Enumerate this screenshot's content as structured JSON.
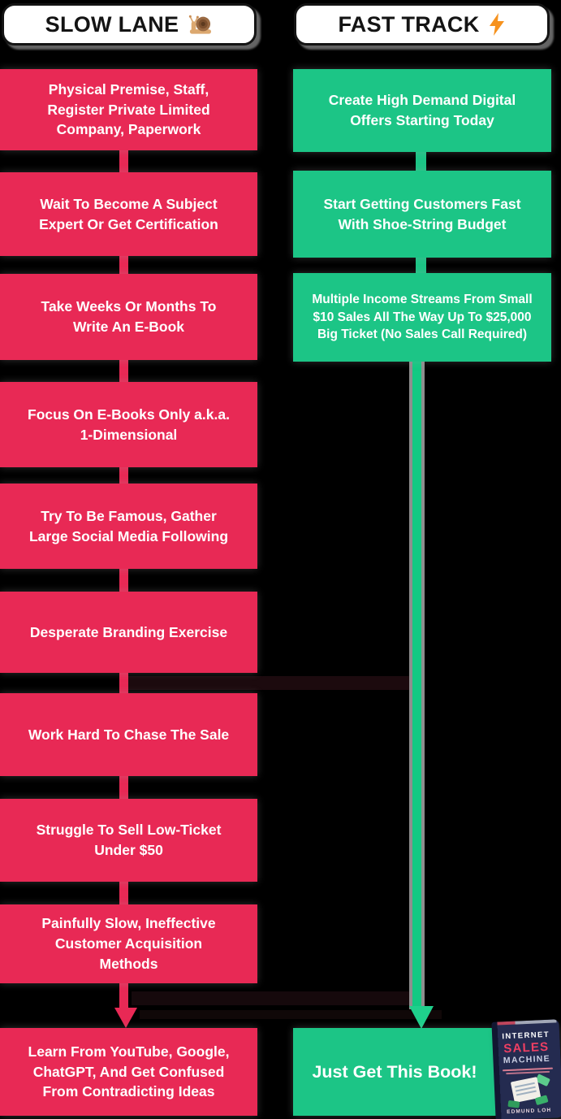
{
  "slow_lane": {
    "header_label": "SLOW LANE",
    "header_icon": "snail-icon",
    "color": "#E82955",
    "steps": [
      "Physical Premise, Staff, Register Private Limited Company, Paperwork",
      "Wait To Become A Subject Expert Or Get Certification",
      "Take Weeks Or Months To Write An E-Book",
      "Focus On E-Books Only a.k.a. 1-Dimensional",
      "Try To Be Famous, Gather Large Social Media Following",
      "Desperate Branding Exercise",
      "Work Hard To Chase The Sale",
      "Struggle To Sell Low-Ticket Under $50",
      "Painfully Slow, Ineffective Customer Acquisition Methods"
    ],
    "final_step": "Learn From YouTube, Google, ChatGPT, And Get Confused From Contradicting Ideas"
  },
  "fast_track": {
    "header_label": "FAST TRACK",
    "header_icon": "lightning-icon",
    "color": "#1CC586",
    "steps": [
      "Create High Demand Digital Offers Starting Today",
      "Start Getting Customers Fast With Shoe-String Budget",
      "Multiple Income Streams From Small $10 Sales All The Way Up To $25,000 Big Ticket (No Sales Call Required)"
    ],
    "final_step": "Just Get This Book!"
  },
  "book": {
    "title_top": "INTERNET",
    "title_mid": "SALES",
    "title_bottom": "MACHINE",
    "author": "EDMUND LOH"
  },
  "colors": {
    "background": "#000000",
    "slow_lane_red": "#E82955",
    "fast_track_green": "#1CC586",
    "flow_line_green": "#13C983",
    "header_bg": "#FFFFFF",
    "header_text": "#141414",
    "box_text": "#FFFFFF",
    "lightning_orange": "#F6921E",
    "snail_shell_brown": "#9A6A43",
    "book_cover_navy": "#242B50",
    "book_accent_pink": "#EF3F63"
  }
}
